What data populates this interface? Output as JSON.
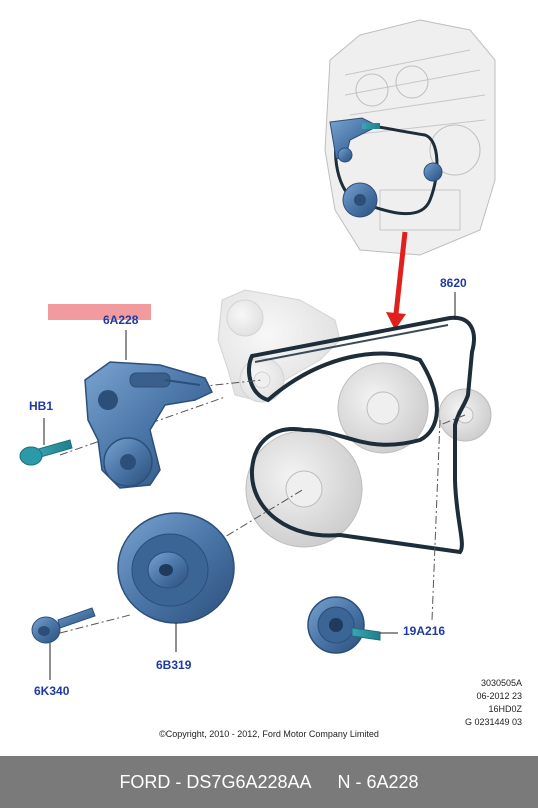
{
  "callouts": {
    "tensioner": "6A228",
    "bolt": "HB1",
    "belt": "8620",
    "crank_pulley": "6B319",
    "crank_bolt": "6K340",
    "idler": "19A216"
  },
  "meta": {
    "code": "3030505A",
    "date": "06-2012 23",
    "engine": "16HD0Z",
    "ref": "G 0231449 03"
  },
  "copyright": "©Copyright, 2010 - 2012, Ford Motor Company Limited",
  "footer": {
    "part_number": "FORD - DS7G6A228AA",
    "part_name": "N - 6A228"
  },
  "colors": {
    "part_blue": "#4a76a8",
    "callout_blue": "#1f3aa0",
    "highlight": "#f29b9e",
    "arrow_red": "#e0201c",
    "footer_bg": "#7a7a7a"
  }
}
